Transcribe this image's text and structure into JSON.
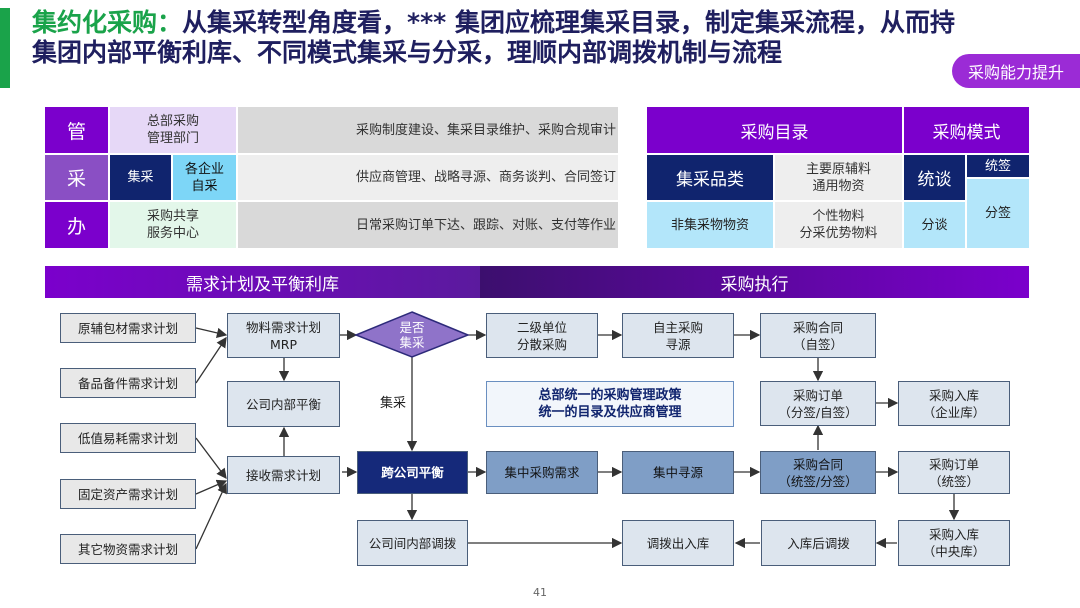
{
  "slide": {
    "title_highlight": "集约化采购：",
    "title_rest": "从集采转型角度看，*** 集团应梳理集采目录，制定集采流程，从而持集团内部平衡利库、不同模式集采与分采，理顺内部调拨机制与流程",
    "badge": "采购能力提升",
    "page_number": "41"
  },
  "left_table": {
    "row_guan": {
      "label": "管",
      "unit": "总部采购\n管理部门",
      "desc": "采购制度建设、集采目录维护、采购合规审计"
    },
    "row_cai": {
      "label": "采",
      "unit_a": "集采",
      "unit_b": "各企业\n自采",
      "desc": "供应商管理、战略寻源、商务谈判、合同签订"
    },
    "row_ban": {
      "label": "办",
      "unit": "采购共享\n服务中心",
      "desc": "日常采购订单下达、跟踪、对账、支付等作业"
    }
  },
  "right_table": {
    "header_catalog": "采购目录",
    "header_mode": "采购模式",
    "central_category": "集采品类",
    "central_items": "主要原辅料\n通用物资",
    "mode_unified": "统谈",
    "sign_unified": "统签",
    "non_central": "非集采物物资",
    "non_central_items": "个性物料\n分采优势物料",
    "mode_split": "分谈",
    "sign_split": "分签"
  },
  "bands": {
    "left": "需求计划及平衡利库",
    "right": "采购执行"
  },
  "flow": {
    "plans": [
      "原辅包材需求计划",
      "备品备件需求计划",
      "低值易耗需求计划",
      "固定资产需求计划",
      "其它物资需求计划"
    ],
    "mrp": "物料需求计划\nMRP",
    "decision": "是否\n集采",
    "internal_balance": "公司内部平衡",
    "receive_plan": "接收需求计划",
    "cross_balance": "跨公司平衡",
    "inter_transfer": "公司间内部调拨",
    "jicai_label": "集采",
    "secondary_unit": "二级单位\n分散采购",
    "self_sourcing": "自主采购\n寻源",
    "contract_self": "采购合同\n（自签）",
    "order_split": "采购订单\n（分签/自签）",
    "inbound_enterprise": "采购入库\n（企业库）",
    "central_demand": "集中采购需求",
    "central_sourcing": "集中寻源",
    "contract_unified": "采购合同\n（统签/分签）",
    "order_unified": "采购订单\n（统签）",
    "inbound_central": "采购入库\n（中央库）",
    "post_transfer": "入库后调拨",
    "transfer_out": "调拨出入库",
    "policy_note": "总部统一的采购管理政策\n统一的目录及供应商管理"
  }
}
